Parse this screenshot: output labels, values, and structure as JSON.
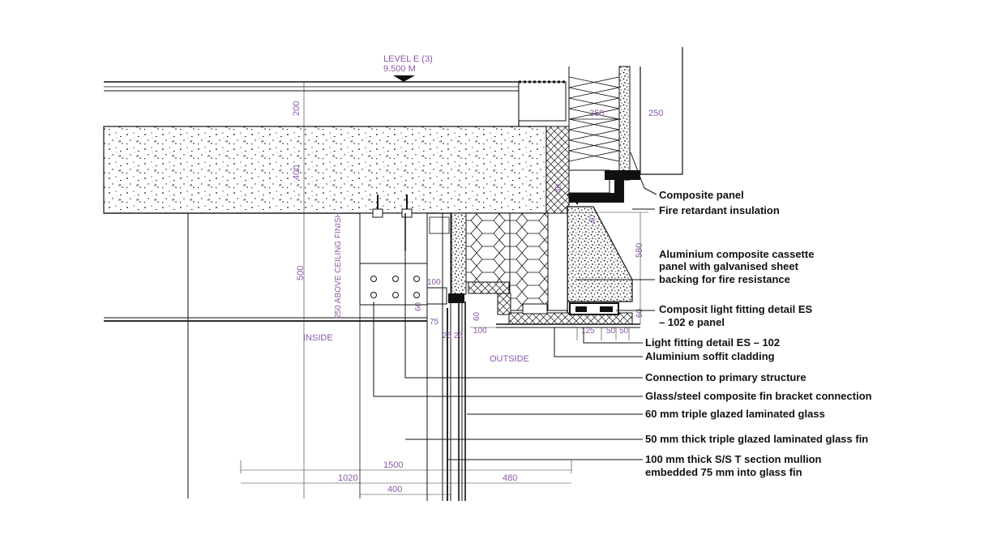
{
  "level": {
    "name": "LEVEL E (3)",
    "elevation": "9.500 M"
  },
  "zones": {
    "inside": "INSIDE",
    "outside": "OUTSIDE"
  },
  "dimensions": {
    "slab_200": "200",
    "slab_400": "400",
    "ceiling_500": "500",
    "ceiling_note": "250 ABOVE CEILING FINISH",
    "d_100": "100",
    "d_60_left": "60",
    "d_75": "75",
    "d_25": "25",
    "d_25b": "25",
    "d_60_mid": "60",
    "d_100_mid": "100",
    "d_250_a": "250",
    "d_250_b": "250",
    "d_580": "580",
    "d_40": "40",
    "d_125": "125",
    "d_50a": "50",
    "d_50b": "50",
    "d_1500": "1500",
    "d_1020": "1020",
    "d_480": "480",
    "d_400_bottom": "400",
    "d_small_a": "40",
    "d_small_b": "60"
  },
  "callouts": [
    "Composite panel",
    "Fire retardant insulation",
    "Aluminium composite cassette",
    "panel with galvanised sheet",
    "backing for fire resistance",
    "Composit light fitting detail ES",
    "– 102 e panel",
    "Light fitting detail ES – 102",
    "Aluminium soffit cladding",
    "Connection to primary structure",
    "Glass/steel composite fin bracket connection",
    "60 mm triple glazed laminated glass",
    "50 mm thick triple glazed laminated glass fin",
    "100 mm thick S/S T section mullion",
    "embedded 75 mm into glass fin"
  ]
}
